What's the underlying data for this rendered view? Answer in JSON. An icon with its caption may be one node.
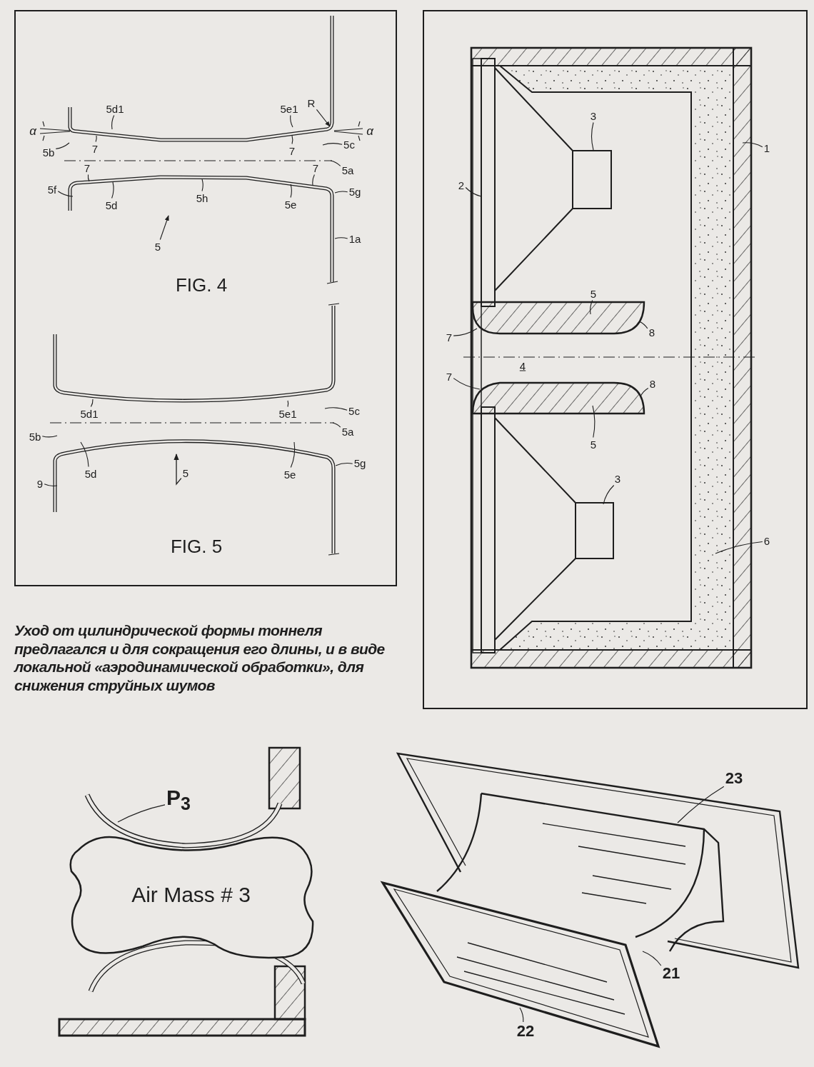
{
  "diagram": {
    "caption": "Уход от цилиндрической формы тоннеля предлагался и для сокращения его длины, и в виде локальной «аэродинамической обработки», для снижения струйных шумов",
    "nodes": [
      {
        "text": [
          "5d1"
        ]
      },
      {
        "text": [
          "5e1"
        ]
      },
      {
        "text": [
          "R"
        ]
      },
      {
        "text": [
          "5b"
        ]
      },
      {
        "text": [
          "7"
        ]
      },
      {
        "text": [
          "7"
        ]
      },
      {
        "text": [
          "5c"
        ]
      },
      {
        "text": [
          "5a"
        ]
      },
      {
        "text": [
          "7"
        ]
      },
      {
        "text": [
          "7"
        ]
      },
      {
        "text": [
          "5f"
        ]
      },
      {
        "text": [
          "5h"
        ]
      },
      {
        "text": [
          "5d"
        ]
      },
      {
        "text": [
          "5e"
        ]
      },
      {
        "text": [
          "5g"
        ]
      },
      {
        "text": [
          "5"
        ]
      },
      {
        "text": [
          "1a"
        ]
      },
      {
        "text": [
          "5d1"
        ]
      },
      {
        "text": [
          "5e1"
        ]
      },
      {
        "text": [
          "5c"
        ]
      },
      {
        "text": [
          "5a"
        ]
      },
      {
        "text": [
          "5b"
        ]
      },
      {
        "text": [
          "5d"
        ]
      },
      {
        "text": [
          "5e"
        ]
      },
      {
        "text": [
          "5g"
        ]
      },
      {
        "text": [
          "9"
        ]
      },
      {
        "text": [
          "5"
        ]
      },
      {
        "text": [
          "3"
        ]
      },
      {
        "text": [
          "2"
        ]
      },
      {
        "text": [
          "1"
        ]
      },
      {
        "text": [
          "5"
        ]
      },
      {
        "text": [
          "7"
        ]
      },
      {
        "text": [
          "8"
        ]
      },
      {
        "text": [
          "7"
        ]
      },
      {
        "text": [
          "8"
        ]
      },
      {
        "text": [
          "5"
        ]
      },
      {
        "text": [
          "3"
        ]
      },
      {
        "text": [
          "6"
        ]
      },
      {
        "text": [
          "P$_{3}$"
        ]
      },
      {
        "text": [
          "Air Mass # 3"
        ]
      },
      {
        "text": [
          "23"
        ]
      },
      {
        "text": [
          "21"
        ]
      },
      {
        "text": [
          "22"
        ]
      },
      {
        "text": [],
        "shape": "line"
      },
      {
        "text": [],
        "shape": "line"
      }
    ],
    "edges": [
      {
        "from": 0,
        "to": null,
        "arrow": "none"
      },
      {
        "from": 1,
        "to": null,
        "arrow": "none"
      },
      {
        "from": 2,
        "to": null,
        "arrow": "to"
      },
      {
        "from": 3,
        "to": null,
        "arrow": "none"
      },
      {
        "from": 4,
        "to": null,
        "arrow": "none"
      },
      {
        "from": 5,
        "to": null,
        "arrow": "none"
      },
      {
        "from": 6,
        "to": null,
        "arrow": "none"
      },
      {
        "from": 7,
        "to": 43,
        "arrow": "none"
      },
      {
        "from": 8,
        "to": null,
        "arrow": "none"
      },
      {
        "from": 9,
        "to": null,
        "arrow": "none"
      },
      {
        "from": 10,
        "to": null,
        "arrow": "none"
      },
      {
        "from": 11,
        "to": null,
        "arrow": "none"
      },
      {
        "from": 12,
        "to": null,
        "arrow": "none"
      },
      {
        "from": 13,
        "to": null,
        "arrow": "none"
      },
      {
        "from": 14,
        "to": null,
        "arrow": "none"
      },
      {
        "from": 15,
        "to": null,
        "arrow": "to"
      },
      {
        "from": 16,
        "to": null,
        "arrow": "none"
      },
      {
        "from": 17,
        "to": null,
        "arrow": "none"
      },
      {
        "from": 18,
        "to": null,
        "arrow": "none"
      },
      {
        "from": 19,
        "to": null,
        "arrow": "none"
      },
      {
        "from": 20,
        "to": 44,
        "arrow": "none"
      },
      {
        "from": 21,
        "to": null,
        "arrow": "none"
      },
      {
        "from": 22,
        "to": null,
        "arrow": "none"
      },
      {
        "from": 23,
        "to": null,
        "arrow": "none"
      },
      {
        "from": 24,
        "to": null,
        "arrow": "none"
      },
      {
        "from": 25,
        "to": null,
        "arrow": "none"
      },
      {
        "from": 26,
        "to": null,
        "arrow": "to"
      },
      {
        "from": 27,
        "to": null,
        "arrow": "none"
      },
      {
        "from": 28,
        "to": null,
        "arrow": "none"
      },
      {
        "from": 29,
        "to": null,
        "arrow": "none"
      },
      {
        "from": 30,
        "to": null,
        "arrow": "none"
      },
      {
        "from": 31,
        "to": null,
        "arrow": "none"
      },
      {
        "from": 32,
        "to": null,
        "arrow": "none"
      },
      {
        "from": 33,
        "to": null,
        "arrow": "none"
      },
      {
        "from": 34,
        "to": null,
        "arrow": "none"
      },
      {
        "from": 35,
        "to": null,
        "arrow": "none"
      },
      {
        "from": 36,
        "to": null,
        "arrow": "none"
      },
      {
        "from": 37,
        "to": null,
        "arrow": "none"
      },
      {
        "from": 38,
        "to": null,
        "arrow": "none"
      },
      {
        "from": 40,
        "to": null,
        "arrow": "none"
      },
      {
        "from": 41,
        "to": null,
        "arrow": "none"
      },
      {
        "from": 42,
        "to": null,
        "arrow": "none"
      }
    ],
    "labels": [
      "α",
      "α",
      "FIG. 4",
      "FIG. 5",
      "4"
    ]
  }
}
